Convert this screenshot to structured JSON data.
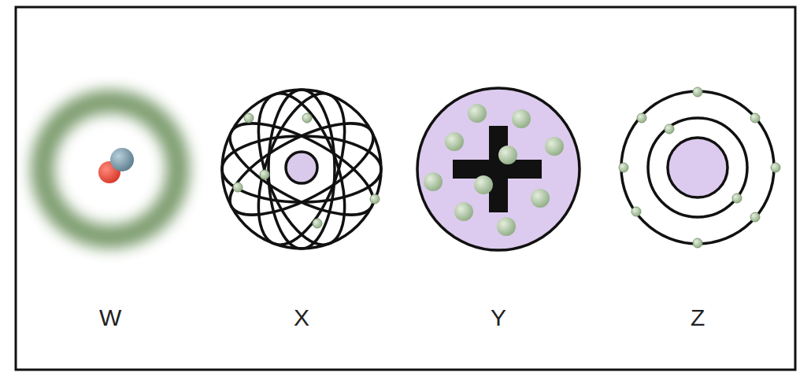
{
  "diagram": {
    "labels": [
      "W",
      "X",
      "Y",
      "Z"
    ]
  }
}
